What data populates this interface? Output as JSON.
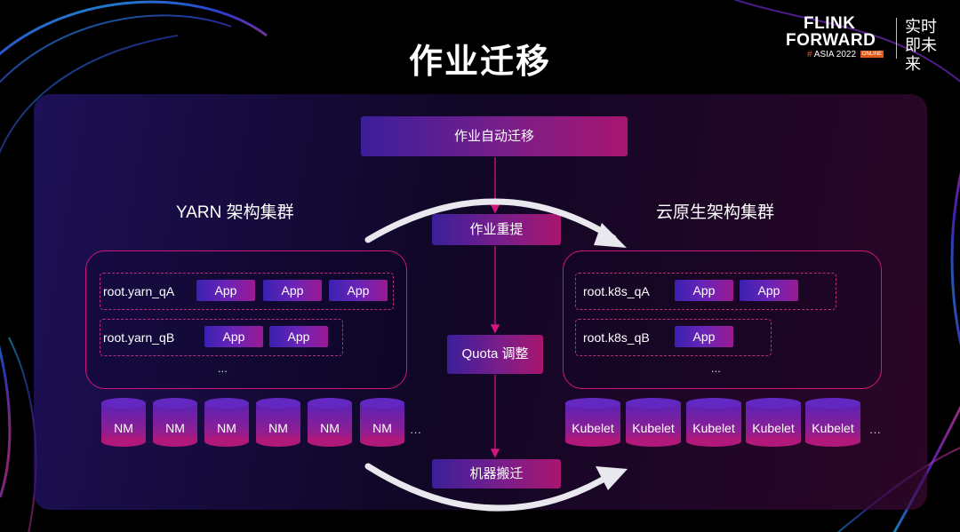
{
  "title": "作业迁移",
  "logo": {
    "line1": "FLINK",
    "line2": "FORWARD",
    "hash": "#",
    "line3": "ASIA 2022",
    "online": "ONLINE",
    "cn": "实时即未来"
  },
  "center": {
    "auto_migrate": "作业自动迁移",
    "resubmit": "作业重提",
    "quota": "Quota 调整",
    "machine": "机器搬迁"
  },
  "yarn": {
    "title": "YARN 架构集群",
    "queues": [
      {
        "label": "root.yarn_qA",
        "apps": [
          "App",
          "App",
          "App"
        ]
      },
      {
        "label": "root.yarn_qB",
        "apps": [
          "App",
          "App"
        ]
      }
    ],
    "ellipsis": "...",
    "nodes": [
      "NM",
      "NM",
      "NM",
      "NM",
      "NM",
      "NM"
    ],
    "nodes_more": "···"
  },
  "k8s": {
    "title": "云原生架构集群",
    "queues": [
      {
        "label": "root.k8s_qA",
        "apps": [
          "App",
          "App"
        ]
      },
      {
        "label": "root.k8s_qB",
        "apps": [
          "App"
        ]
      }
    ],
    "ellipsis": "...",
    "nodes": [
      "Kubelet",
      "Kubelet",
      "Kubelet",
      "Kubelet",
      "Kubelet"
    ],
    "nodes_more": "···"
  },
  "colors": {
    "accent": "#d1177d",
    "box_start": "#3a1f9a",
    "box_end": "#a8156e",
    "logo_orange": "#e05a1b"
  }
}
